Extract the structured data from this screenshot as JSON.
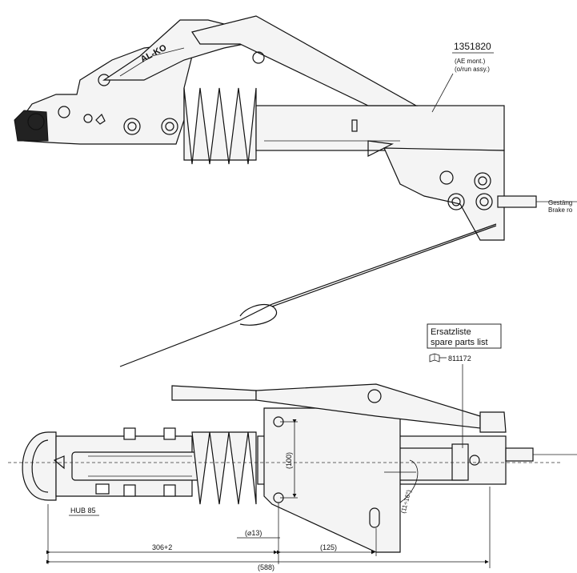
{
  "part": {
    "number": "1351820",
    "note_line1": "(AE mont.)",
    "note_line2": "(o/run assy.)"
  },
  "brand": "AL-KO",
  "brake_rod": {
    "de": "Gestäng",
    "en": "Brake ro"
  },
  "spare_parts": {
    "title_de": "Ersatzliste",
    "title_en": "spare parts list",
    "number": "811172"
  },
  "dimensions": {
    "stroke": "HUB 85",
    "height": "(100)",
    "angle": "(11÷16°)",
    "hole_dia": "(⌀13)",
    "offset": "306+2",
    "spacing": "(125)",
    "total": "(588)"
  },
  "icons": {
    "book": "book-icon"
  }
}
